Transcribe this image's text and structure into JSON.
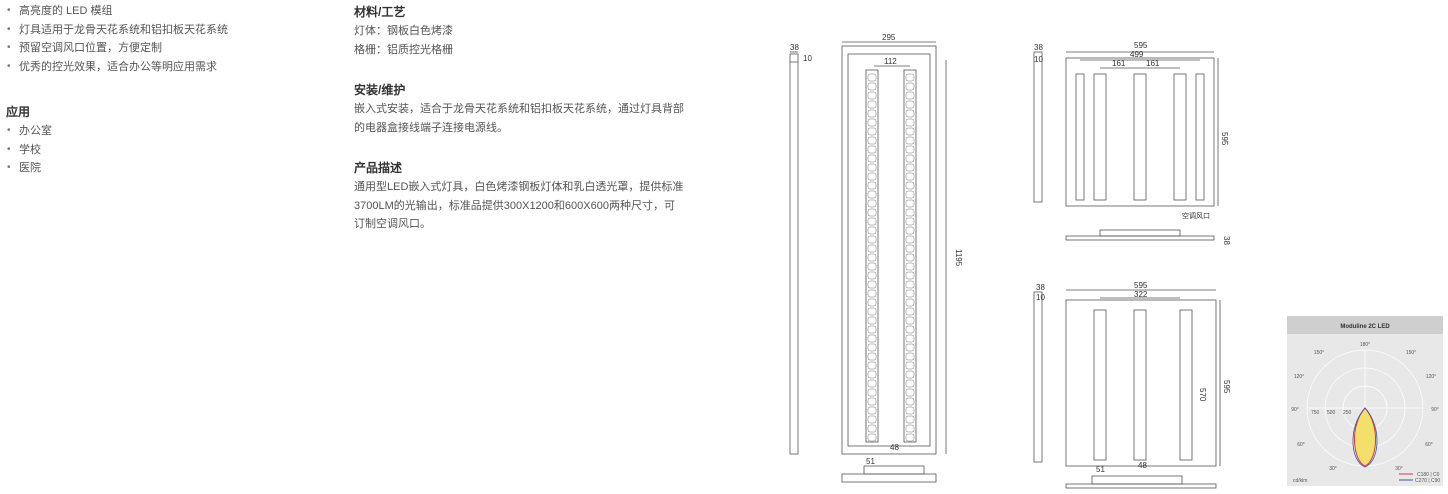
{
  "features": {
    "items": [
      "高亮度的 LED 模组",
      "灯具适用于龙骨天花系统和铝扣板天花系统",
      "预留空调风口位置，方便定制",
      "优秀的控光效果，适合办公等明应用需求"
    ]
  },
  "application": {
    "heading": "应用",
    "items": [
      "办公室",
      "学校",
      "医院"
    ]
  },
  "materials": {
    "heading": "材料/工艺",
    "line1": "灯体：钢板白色烤漆",
    "line2": "格栅：铝质控光格栅"
  },
  "install": {
    "heading": "安装/维护",
    "line1": "嵌入式安装，适合于龙骨天花系统和铝扣板天花系统，通过灯具背部",
    "line2": "的电器盒接线端子连接电源线。"
  },
  "description": {
    "heading": "产品描述",
    "line1": "通用型LED嵌入式灯具，白色烤漆钢板灯体和乳白透光罩，提供标准",
    "line2": "3700LM的光输出，标准品提供300X1200和600X600两种尺寸，可",
    "line3": "订制空调风口。"
  },
  "drawing1": {
    "d_side_depth": "38",
    "d_side_10": "10",
    "d_width": "295",
    "d_inner": "112",
    "d_length": "1195",
    "d_bottom": "48",
    "d_box": "51"
  },
  "drawing2": {
    "d_depth": "38",
    "d_10": "10",
    "d_width": "595",
    "d_inner": "499",
    "d_spacing_a": "161",
    "d_spacing_b": "161",
    "d_height": "595",
    "vent_label": "空调风口",
    "d_side": "38"
  },
  "drawing3": {
    "d_depth": "38",
    "d_10": "10",
    "d_width": "595",
    "d_inner": "322",
    "d_height": "595",
    "d_inner_h": "570",
    "d_box": "51",
    "d_bottom": "48"
  },
  "polar": {
    "title": "Moduline 2C LED",
    "angles": [
      "180°",
      "150°",
      "150°",
      "120°",
      "120°",
      "90°",
      "90°",
      "60°",
      "60°",
      "30°",
      "30°"
    ],
    "scale": [
      "750",
      "500",
      "250"
    ],
    "unit": "cd/klm",
    "legend1": "C180 | C0",
    "legend2": "C270 | C90",
    "colors": {
      "c0": "#d93a3a",
      "c90": "#3a4fb0",
      "fill": "#f2e06a"
    }
  }
}
